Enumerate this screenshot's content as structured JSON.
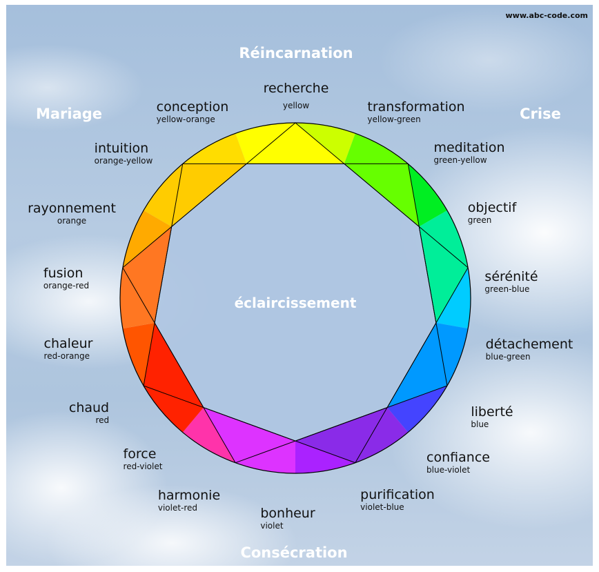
{
  "watermark": "www.abc-code.com",
  "center_label": "éclaircissement",
  "outer_labels": {
    "top": "Réincarnation",
    "top_left": "Mariage",
    "top_right": "Crise",
    "bottom": "Consécration"
  },
  "segments": [
    {
      "name": "recherche",
      "color_name": "yellow",
      "color": "#ffff00"
    },
    {
      "name": "transformation",
      "color_name": "yellow-green",
      "color": "#ccff00"
    },
    {
      "name": "meditation",
      "color_name": "green-yellow",
      "color": "#66ff00"
    },
    {
      "name": "objectif",
      "color_name": "green",
      "color": "#00ee22"
    },
    {
      "name": "sérénité",
      "color_name": "green-blue",
      "color": "#00ee99"
    },
    {
      "name": "détachement",
      "color_name": "blue-green",
      "color": "#00ccff"
    },
    {
      "name": "liberté",
      "color_name": "blue",
      "color": "#0099ff"
    },
    {
      "name": "confiance",
      "color_name": "blue-violet",
      "color": "#4444ff"
    },
    {
      "name": "purification",
      "color_name": "violet-blue",
      "color": "#8a2be8"
    },
    {
      "name": "bonheur",
      "color_name": "violet",
      "color": "#aa22ff"
    },
    {
      "name": "harmonie",
      "color_name": "violet-red",
      "color": "#dd33ff"
    },
    {
      "name": "force",
      "color_name": "red-violet",
      "color": "#ff33aa"
    },
    {
      "name": "chaud",
      "color_name": "red",
      "color": "#ff2200"
    },
    {
      "name": "chaleur",
      "color_name": "red-orange",
      "color": "#ff5500"
    },
    {
      "name": "fusion",
      "color_name": "orange-red",
      "color": "#ff7722"
    },
    {
      "name": "rayonnement",
      "color_name": "orange",
      "color": "#ffaa00"
    },
    {
      "name": "intuition",
      "color_name": "orange-yellow",
      "color": "#ffcc00"
    },
    {
      "name": "conception",
      "color_name": "yellow-orange",
      "color": "#ffdd00"
    }
  ],
  "colors": {
    "outline": "#000000",
    "center_fill": "rgba(175,198,226,0.92)"
  }
}
